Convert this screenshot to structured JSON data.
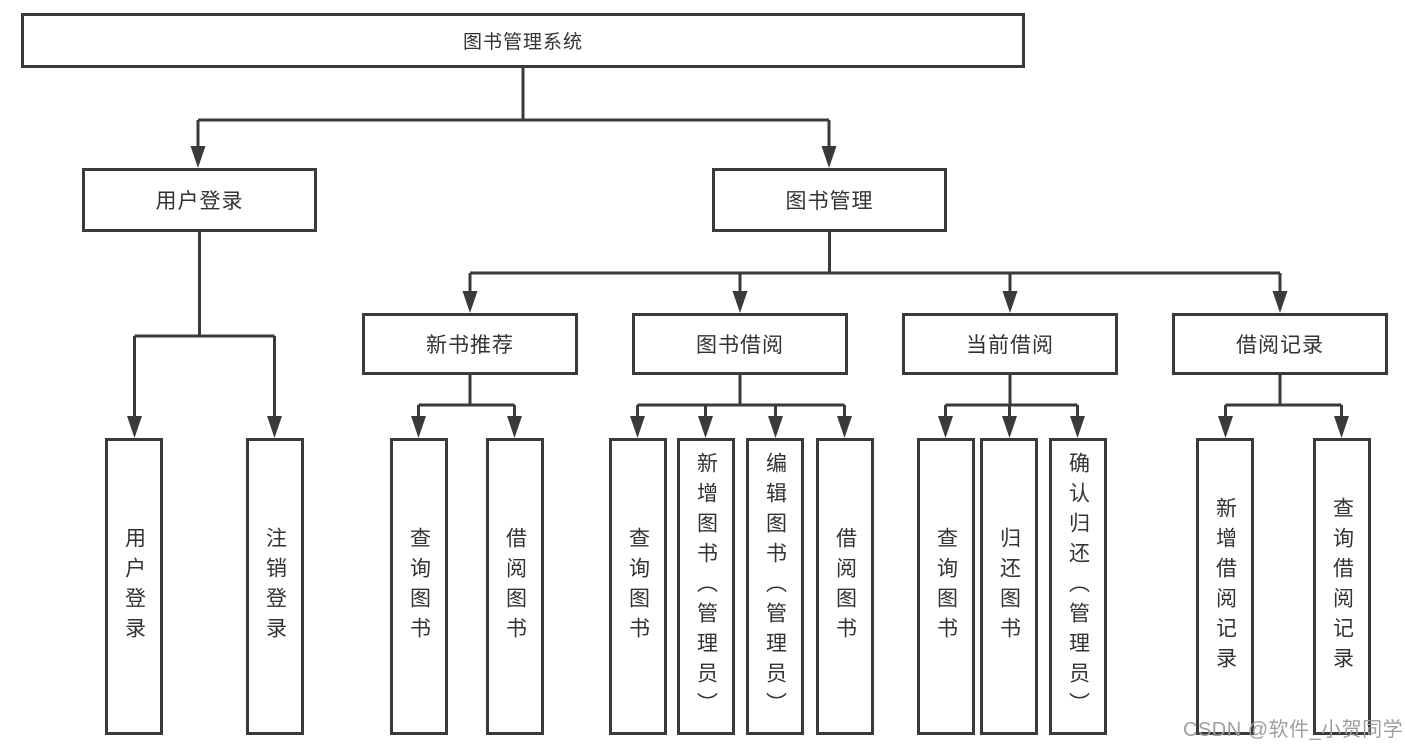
{
  "diagram": {
    "root": "图书管理系统",
    "branches": [
      {
        "label": "用户登录",
        "children": [
          "用户登录",
          "注销登录"
        ]
      },
      {
        "label": "图书管理",
        "sections": [
          {
            "label": "新书推荐",
            "children": [
              "查询图书",
              "借阅图书"
            ]
          },
          {
            "label": "图书借阅",
            "children": [
              "查询图书",
              "新增图书（管理员）",
              "编辑图书（管理员）",
              "借阅图书"
            ]
          },
          {
            "label": "当前借阅",
            "children": [
              "查询图书",
              "归还图书",
              "确认归还（管理员）"
            ]
          },
          {
            "label": "借阅记录",
            "children": [
              "新增借阅记录",
              "查询借阅记录"
            ]
          }
        ]
      }
    ]
  },
  "watermark": "CSDN @软件_小贺同学",
  "colors": {
    "line": "#3a3a3a",
    "text": "#333333",
    "box_fill": "#ffffff",
    "watermark": "#9e9e9e"
  }
}
